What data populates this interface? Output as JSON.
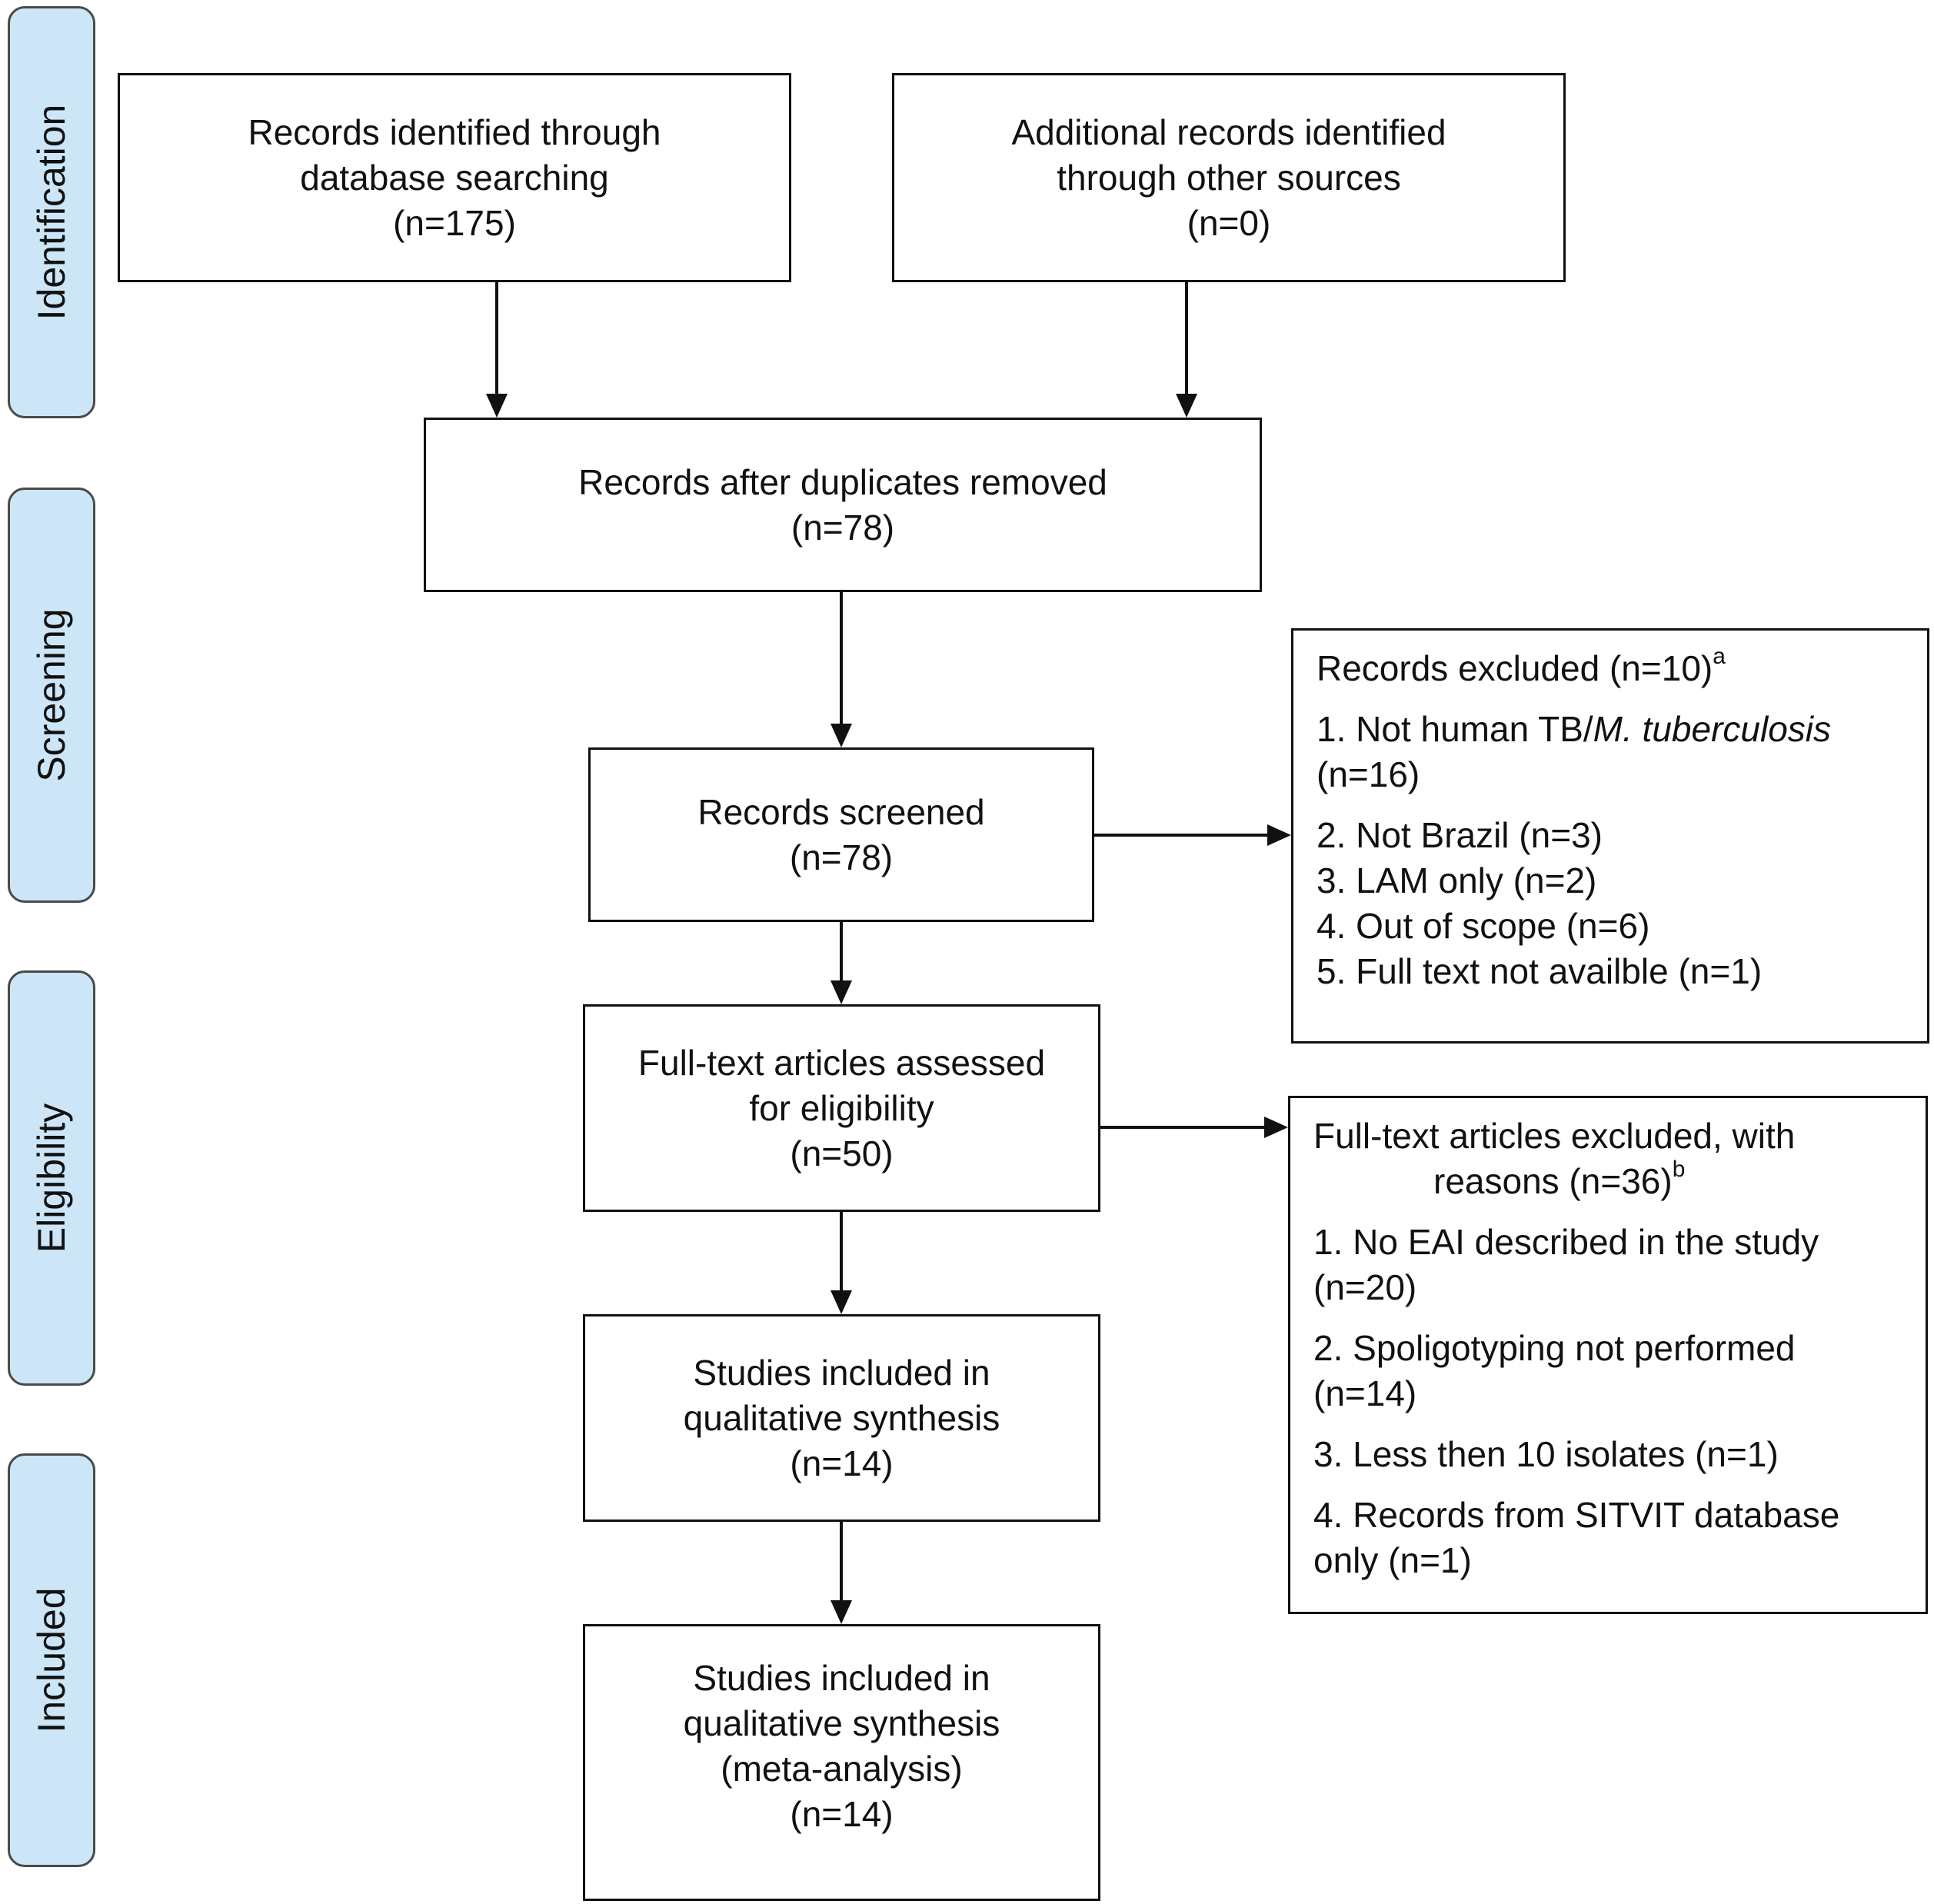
{
  "phases": {
    "identification": "Identification",
    "screening": "Screening",
    "eligibility": "Eligibility",
    "included": "Included"
  },
  "database_search": {
    "line1": "Records identified through",
    "line2": "database searching",
    "count": "(n=175)"
  },
  "other_sources": {
    "line1": "Additional records identified",
    "line2": "through other sources",
    "count": "(n=0)"
  },
  "after_duplicates": {
    "line1": "Records after duplicates removed",
    "count": "(n=78)"
  },
  "screened": {
    "line1": "Records screened",
    "count": "(n=78)"
  },
  "records_excluded": {
    "title": "Records excluded (n=10)",
    "footnote": "a",
    "item1_prefix": "1. Not human TB/",
    "item1_italic": "M. tuberculosis",
    "item1_count": "(n=16)",
    "item2": "2. Not Brazil (n=3)",
    "item3": "3. LAM only (n=2)",
    "item4": "4. Out of scope (n=6)",
    "item5": "5. Full text not availble (n=1)"
  },
  "fulltext_assessed": {
    "line1": "Full-text articles assessed",
    "line2": "for eligibility",
    "count": "(n=50)"
  },
  "fulltext_excluded": {
    "title_line1": "Full-text articles excluded, with",
    "title_line2": "reasons (n=36)",
    "footnote": "b",
    "item1": "1. No EAI described in the study",
    "item1_count": "(n=20)",
    "item2": "2. Spoligotyping not performed",
    "item2_count": "(n=14)",
    "item3": "3. Less then 10 isolates (n=1)",
    "item4": "4. Records from SITVIT database",
    "item4_count": "only (n=1)"
  },
  "qualitative": {
    "line1": "Studies included in",
    "line2": "qualitative synthesis",
    "count": "(n=14)"
  },
  "meta_analysis": {
    "line1": "Studies included in",
    "line2": "qualitative synthesis",
    "line3": "(meta-analysis)",
    "count": "(n=14)"
  },
  "colors": {
    "phase_fill": "#cce6f8",
    "phase_border": "#4a4a4a",
    "box_border": "#111111",
    "arrow": "#111111"
  }
}
